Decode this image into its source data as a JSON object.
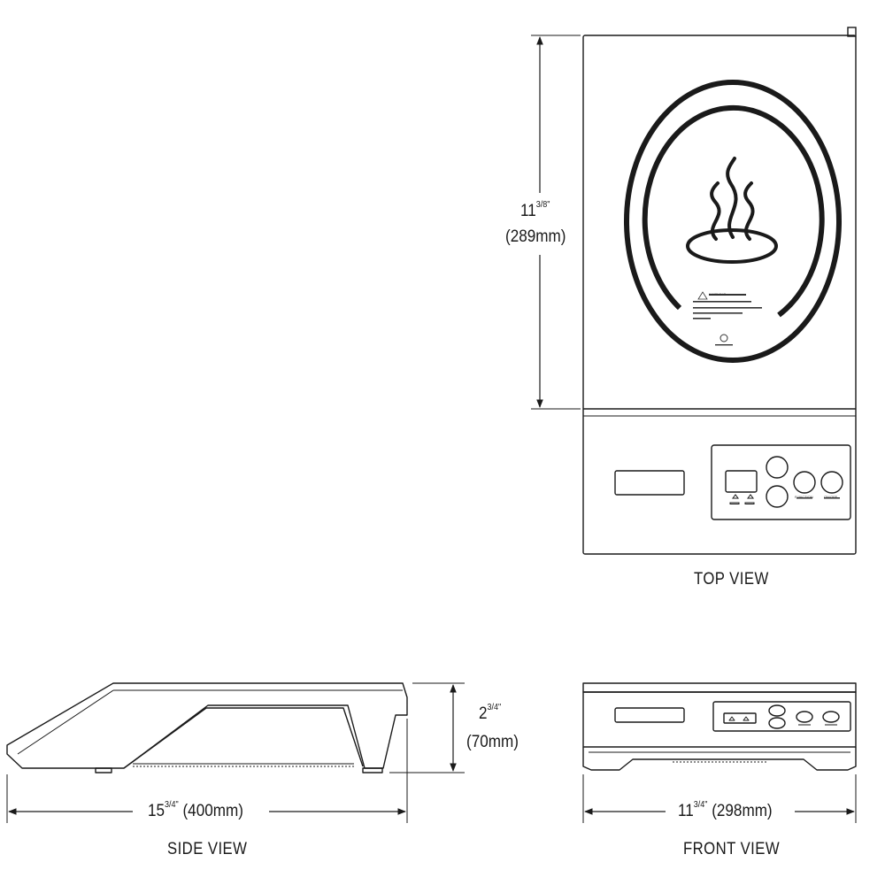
{
  "views": {
    "top": {
      "label": "TOP VIEW",
      "dimension_whole": "11",
      "dimension_fraction": "3/8\"",
      "dimension_metric": "(289mm)",
      "panel_buttons": [
        "FUNCTION",
        "ON/OFF"
      ],
      "warning_text": "WARNING"
    },
    "side": {
      "label": "SIDE VIEW",
      "width_whole": "15",
      "width_fraction": "3/4\"",
      "width_metric": "(400mm)",
      "height_whole": "2",
      "height_fraction": "3/4\"",
      "height_metric": "(70mm)"
    },
    "front": {
      "label": "FRONT VIEW",
      "width_whole": "11",
      "width_fraction": "3/4\"",
      "width_metric": "(298mm)"
    }
  },
  "colors": {
    "line": "#1a1a1a",
    "background": "#ffffff"
  },
  "icons": [
    "heat-wave-icon",
    "warning-triangle-icon"
  ]
}
